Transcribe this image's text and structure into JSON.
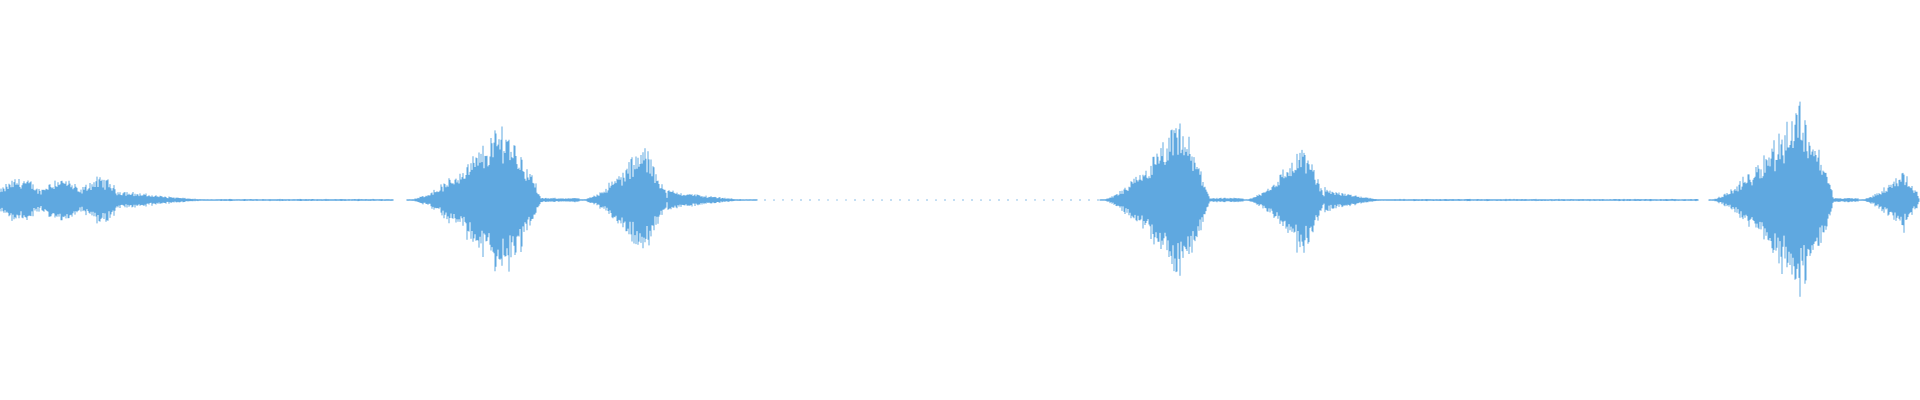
{
  "waveform": {
    "color": "#5FA8E0",
    "background": "#FFFFFF",
    "segments": [
      {
        "start": 0.0,
        "end": 0.06,
        "amp": 0.22,
        "shape": "noisy"
      },
      {
        "start": 0.06,
        "end": 0.115,
        "amp": 0.1,
        "shape": "decay"
      },
      {
        "start": 0.115,
        "end": 0.205,
        "amp": 0.01,
        "shape": "flat"
      },
      {
        "start": 0.212,
        "end": 0.282,
        "amp": 0.78,
        "shape": "swell"
      },
      {
        "start": 0.282,
        "end": 0.302,
        "amp": 0.02,
        "shape": "flat"
      },
      {
        "start": 0.302,
        "end": 0.348,
        "amp": 0.55,
        "shape": "swell"
      },
      {
        "start": 0.348,
        "end": 0.395,
        "amp": 0.1,
        "shape": "decay"
      },
      {
        "start": 0.395,
        "end": 0.573,
        "amp": 0.0,
        "shape": "dotted"
      },
      {
        "start": 0.573,
        "end": 0.63,
        "amp": 0.78,
        "shape": "swell"
      },
      {
        "start": 0.63,
        "end": 0.648,
        "amp": 0.02,
        "shape": "flat"
      },
      {
        "start": 0.648,
        "end": 0.69,
        "amp": 0.55,
        "shape": "swell"
      },
      {
        "start": 0.69,
        "end": 0.725,
        "amp": 0.12,
        "shape": "decay"
      },
      {
        "start": 0.725,
        "end": 0.885,
        "amp": 0.01,
        "shape": "flat"
      },
      {
        "start": 0.89,
        "end": 0.955,
        "amp": 0.98,
        "shape": "swell"
      },
      {
        "start": 0.955,
        "end": 0.968,
        "amp": 0.02,
        "shape": "flat"
      },
      {
        "start": 0.968,
        "end": 1.0,
        "amp": 0.3,
        "shape": "swell"
      }
    ]
  }
}
